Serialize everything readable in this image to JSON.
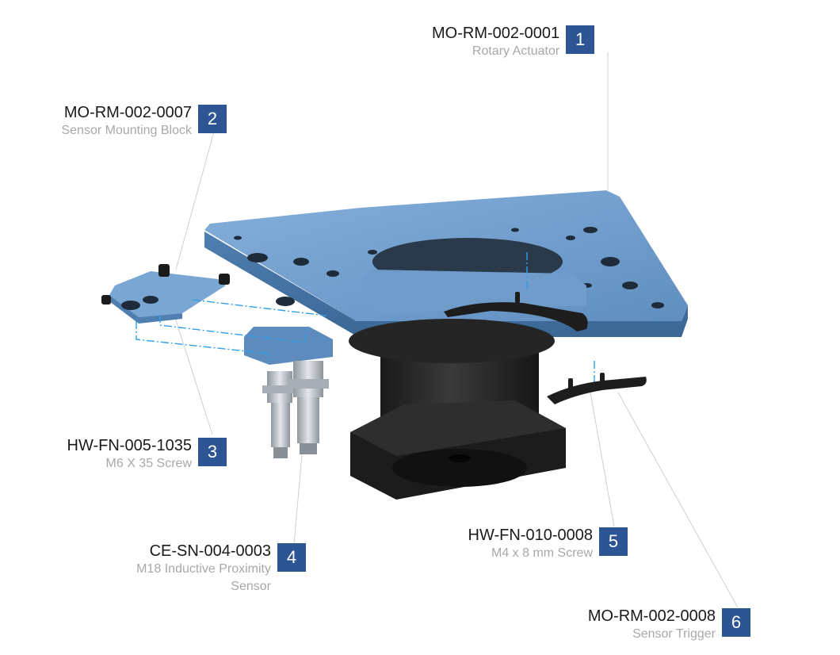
{
  "colors": {
    "badge": "#2e5593",
    "plate": "#6f9ccb",
    "plate_dark": "#4c7aaa",
    "motor": "#252525",
    "sensor": "#b9c0c6",
    "line": "#cccccc",
    "assembly_line": "#2f9fe6"
  },
  "callouts": [
    {
      "number": "1",
      "part_number": "MO-RM-002-0001",
      "description": "Rotary Actuator"
    },
    {
      "number": "2",
      "part_number": "MO-RM-002-0007",
      "description": "Sensor Mounting Block"
    },
    {
      "number": "3",
      "part_number": "HW-FN-005-1035",
      "description": "M6 X 35 Screw"
    },
    {
      "number": "4",
      "part_number": "CE-SN-004-0003",
      "description": "M18 Inductive Proximity Sensor"
    },
    {
      "number": "5",
      "part_number": "HW-FN-010-0008",
      "description": "M4 x 8 mm Screw"
    },
    {
      "number": "6",
      "part_number": "MO-RM-002-0008",
      "description": "Sensor Trigger"
    }
  ]
}
